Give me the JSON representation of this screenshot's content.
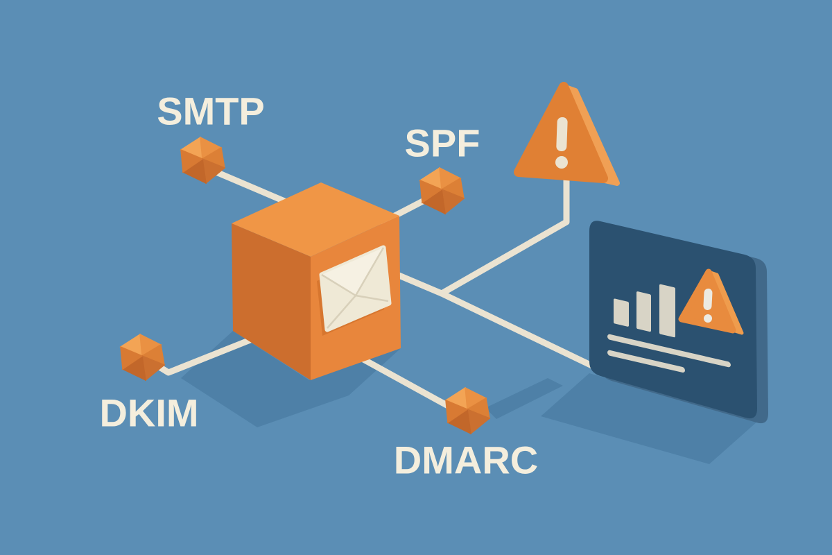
{
  "diagram": {
    "type": "isometric-illustration",
    "topic": "email-authentication-protocols",
    "nodes": [
      {
        "id": "smtp",
        "label": "SMTP"
      },
      {
        "id": "spf",
        "label": "SPF"
      },
      {
        "id": "dkim",
        "label": "DKIM"
      },
      {
        "id": "dmarc",
        "label": "DMARC"
      }
    ],
    "center_icon": "mail-server-cube",
    "alert_icon": "warning-triangle",
    "report_panel_icons": [
      "bar-chart-icon",
      "warning-triangle-icon",
      "text-lines"
    ],
    "colors": {
      "background": "#5b8eb5",
      "accent_orange": "#e8863c",
      "orange_light": "#f09646",
      "orange_dark": "#cc6e2e",
      "cream": "#ebe3d1",
      "text_cream": "#f4eedd",
      "panel_navy": "#2b5170",
      "panel_edge": "#41698a",
      "shadow_blue": "#4e80a7",
      "bar_grey": "#d8d4c6",
      "envelope": "#efe9d6",
      "triangle_face": "#e08034",
      "triangle_bevel": "#f0a055"
    }
  }
}
